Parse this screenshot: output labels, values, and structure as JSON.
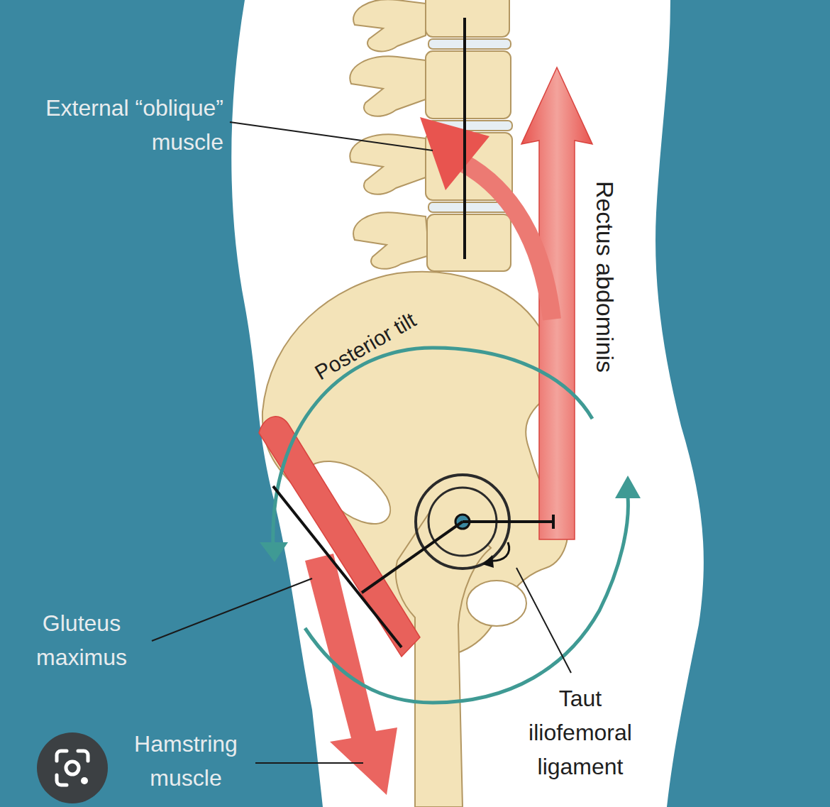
{
  "diagram": {
    "labels": [
      "External “oblique” muscle",
      "Rectus abdominis",
      "Posterior tilt",
      "Gluteus maximus",
      "Taut iliofemoral ligament",
      "Hamstring muscle"
    ]
  }
}
